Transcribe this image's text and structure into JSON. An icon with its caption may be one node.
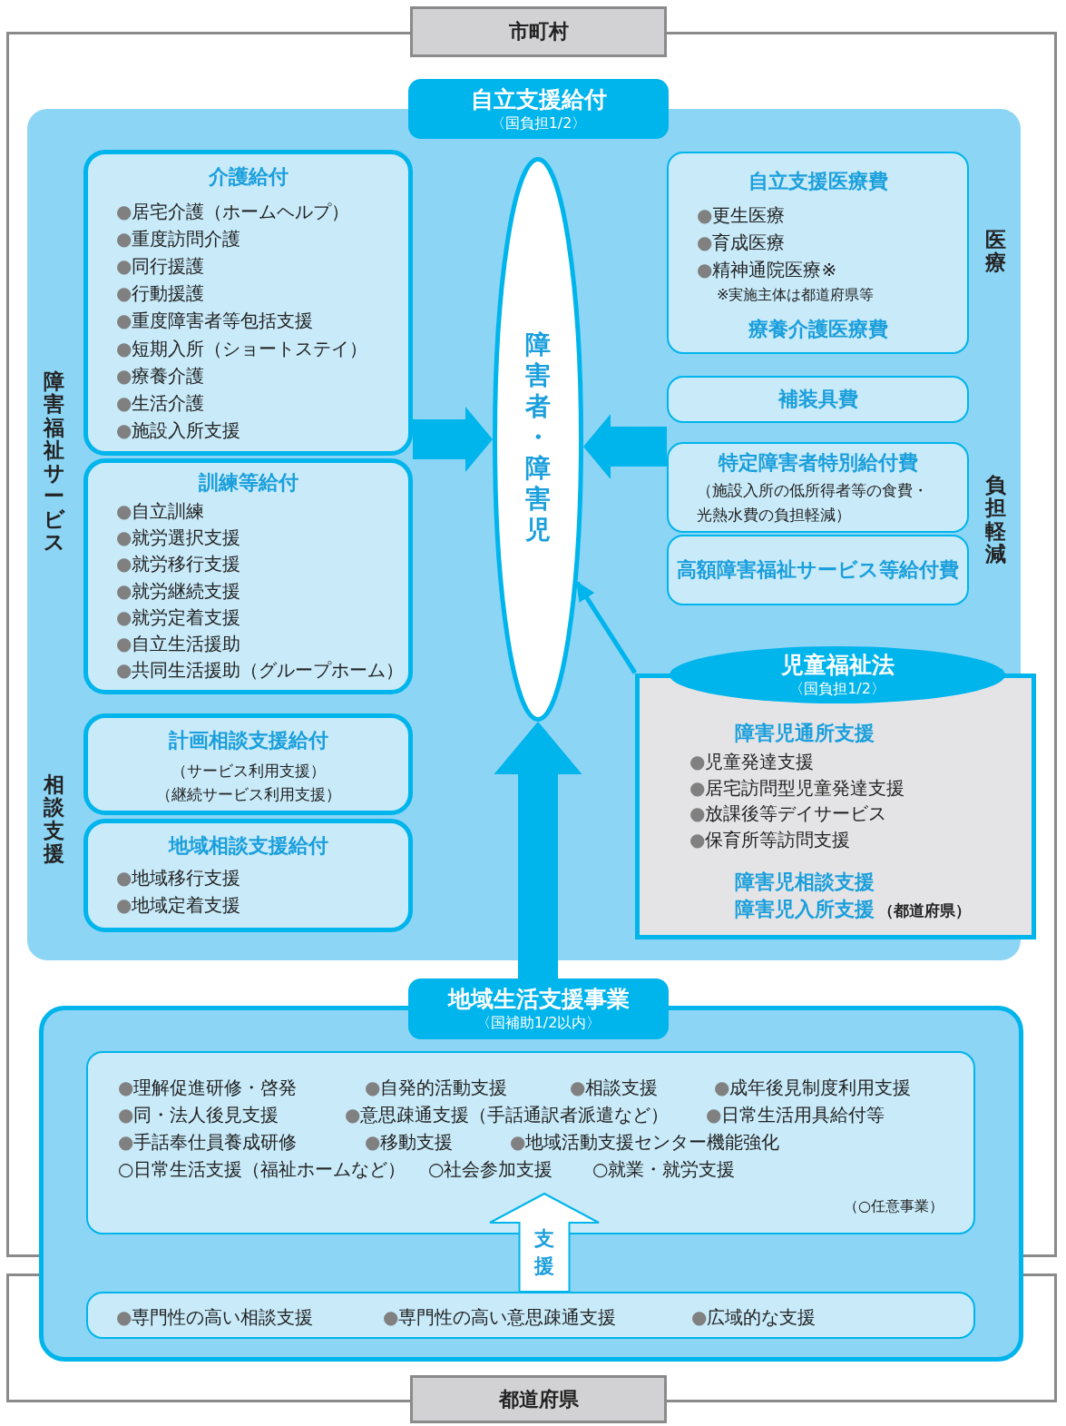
{
  "diagram": {
    "nodes": [
      {
        "text": [
          "市町村"
        ]
      },
      {
        "text": [
          "都道府県"
        ]
      },
      {
        "text": [],
        "shape": "box",
        "in": 0
      },
      {
        "text": [
          "介護給付",
          "●居宅介護（ホームヘルプ）",
          "●重度訪問介護",
          "●同行援護",
          "●行動援護",
          "●重度障害者等包括支援",
          "●短期入所（ショートステイ）",
          "●療養介護",
          "●生活介護",
          "●施設入所支援"
        ],
        "in": 2
      },
      {
        "text": [
          "訓練等給付",
          "●自立訓練",
          "●就労選択支援",
          "●就労移行支援",
          "●就労継続支援",
          "●就労定着支援",
          "●自立生活援助",
          "●共同生活援助（グループホーム）"
        ],
        "in": 2
      },
      {
        "text": [
          "計画相談支援給付",
          "（サービス利用支援）",
          "（継続サービス利用支援）"
        ],
        "in": 2
      },
      {
        "text": [
          "地域相談支援給付",
          "●地域移行支援",
          "●地域定着支援"
        ],
        "in": 2
      },
      {
        "text": [
          "障害者・障害児"
        ],
        "in": 2
      },
      {
        "text": [
          "自立支援医療費",
          "●更生医療",
          "●育成医療",
          "●精神通院医療※",
          "※実施主体は都道府県等",
          "療養介護医療費"
        ],
        "in": 2
      },
      {
        "text": [
          "補装具費"
        ],
        "in": 2
      },
      {
        "text": [
          "特定障害者特別給付費",
          "（施設入所の低所得者等の食費・光熱水費の負担軽減）"
        ],
        "in": 2
      },
      {
        "text": [
          "高額障害福祉サービス等給付費"
        ],
        "in": 2
      },
      {
        "text": [
          "児童福祉法",
          "〈国負担1/2〉",
          "障害児通所支援",
          "●児童発達支援",
          "●居宅訪問型児童発達支援",
          "●放課後等デイサービス",
          "●保育所等訪問支援",
          "障害児相談支援",
          "障害児入所支援",
          "（都道府県）"
        ],
        "in": 2
      },
      {
        "text": [
          "地域生活支援事業",
          "〈国補助1/2以内〉"
        ],
        "in": 0
      },
      {
        "text": [],
        "shape": "box"
      },
      {
        "text": [
          "●理解促進研修・啓発",
          "●自発的活動支援",
          "●相談支援",
          "●成年後見制度利用支援",
          "●同・法人後見支援",
          "●意思疎通支援（手話通訳者派遣など）",
          "●日常生活用具給付等",
          "●手話奉仕員養成研修",
          "●移動支援",
          "●地域活動支援センター機能強化",
          "○日常生活支援（福祉ホームなど）",
          "○社会参加支援",
          "○就業・就労支援",
          "（○任意事業）"
        ]
      },
      {
        "text": [
          "●専門性の高い相談支援",
          "●専門性の高い意思疎通支援",
          "●広域的な支援"
        ]
      },
      {
        "text": [
          "自立支援給付",
          "〈国負担1/2〉"
        ],
        "in": 0
      }
    ],
    "edges": [
      {
        "from": 3,
        "to": 7,
        "arrow": "to",
        "style": "thick"
      },
      {
        "from": 10,
        "to": 7,
        "arrow": "to",
        "style": "thick"
      },
      {
        "from": 12,
        "to": 7,
        "arrow": "to"
      },
      {
        "from": 13,
        "to": 7,
        "arrow": "to",
        "style": "thick"
      },
      {
        "from": 16,
        "to": 15,
        "arrow": "to",
        "style": "thick",
        "color": "#ffffff",
        "label": "支援"
      }
    ],
    "labels": [
      "障害福祉サービス",
      "相談支援",
      "医療",
      "負担軽減"
    ]
  }
}
